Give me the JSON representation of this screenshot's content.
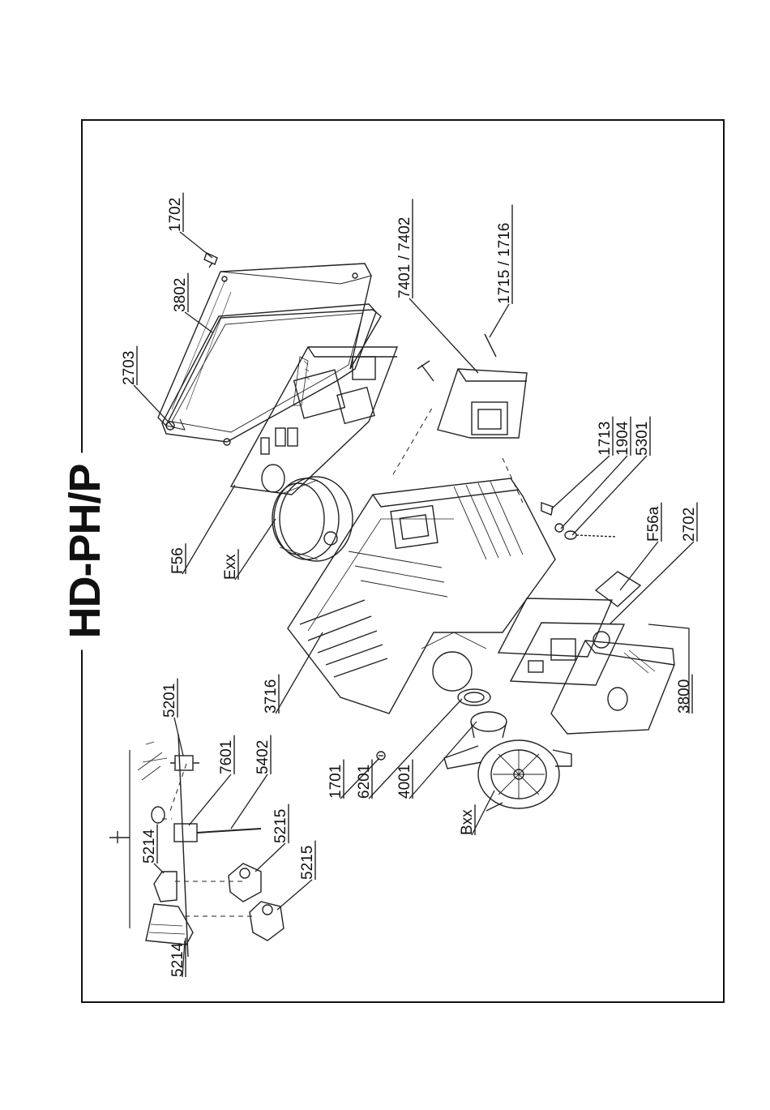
{
  "title": "HD-PH/P",
  "labels": [
    {
      "id": "1702",
      "text": "1702"
    },
    {
      "id": "3802",
      "text": "3802"
    },
    {
      "id": "2703",
      "text": "2703"
    },
    {
      "id": "7401_7402",
      "text": "7401 / 7402"
    },
    {
      "id": "1715_1716",
      "text": "1715 / 1716"
    },
    {
      "id": "1713",
      "text": "1713"
    },
    {
      "id": "1904",
      "text": "1904"
    },
    {
      "id": "5301",
      "text": "5301"
    },
    {
      "id": "F56a",
      "text": "F56a"
    },
    {
      "id": "2702",
      "text": "2702"
    },
    {
      "id": "F56",
      "text": "F56"
    },
    {
      "id": "Exx",
      "text": "Exx"
    },
    {
      "id": "3716",
      "text": "3716"
    },
    {
      "id": "5201",
      "text": "5201"
    },
    {
      "id": "7601",
      "text": "7601"
    },
    {
      "id": "5402",
      "text": "5402"
    },
    {
      "id": "5214a",
      "text": "5214"
    },
    {
      "id": "5215a",
      "text": "5215"
    },
    {
      "id": "5215b",
      "text": "5215"
    },
    {
      "id": "5214b",
      "text": "5214"
    },
    {
      "id": "1701",
      "text": "1701"
    },
    {
      "id": "6201",
      "text": "6201"
    },
    {
      "id": "4001",
      "text": "4001"
    },
    {
      "id": "Bxx",
      "text": "Bxx"
    },
    {
      "id": "3800",
      "text": "3800"
    }
  ]
}
